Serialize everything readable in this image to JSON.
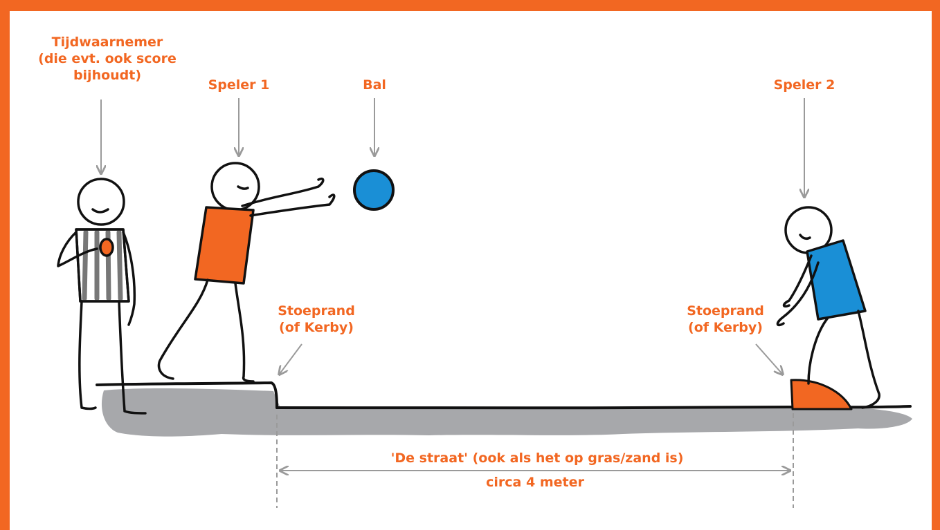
{
  "labels": {
    "timekeeper": [
      "Tijdwaarnemer",
      "(die evt. ook score",
      "bijhoudt)"
    ],
    "player1": "Speler 1",
    "ball": "Bal",
    "player2": "Speler 2",
    "curb_left": [
      "Stoeprand",
      "(of Kerby)"
    ],
    "curb_right": [
      "Stoeprand",
      "(of Kerby)"
    ],
    "street": "'De straat' (ook als het op gras/zand is)",
    "distance": "circa 4 meter"
  },
  "colors": {
    "accent": "#f26722",
    "ball": "#1a8fd6",
    "shirt_player2": "#1a8fd6",
    "ground": "#a7a8ab",
    "arrow": "#9a9a9a",
    "ink": "#111111"
  },
  "icons": {
    "timekeeper": "referee-stick-figure-icon",
    "player1": "throwing-stick-figure-icon",
    "player2": "catching-stick-figure-icon",
    "ball": "ball-icon",
    "kerby": "kerby-block-icon"
  }
}
